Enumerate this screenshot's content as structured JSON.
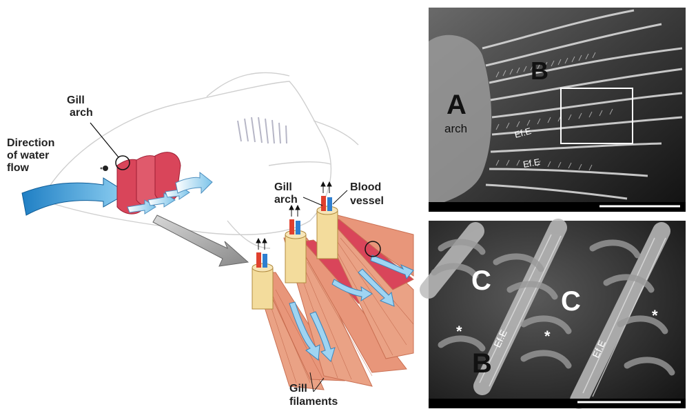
{
  "left_diagram": {
    "labels": {
      "gill_arch_top_line1": "Gill",
      "gill_arch_top_line2": "arch",
      "direction_line1": "Direction",
      "direction_line2": "of water",
      "direction_line3": "flow",
      "gill_arch_detail_line1": "Gill",
      "gill_arch_detail_line2": "arch",
      "blood_vessel_line1": "Blood",
      "blood_vessel_line2": "vessel",
      "gill_filaments_line1": "Gill",
      "gill_filaments_line2": "filaments"
    },
    "colors": {
      "water_flow": "#3a9fd8",
      "gill_red": "#d9455a",
      "filament_orange": "#e8967a",
      "vessel_red": "#e0402e",
      "vessel_blue": "#2f7fd0",
      "arch_yellow": "#f3dc9c"
    }
  },
  "micrograph_top": {
    "labels": {
      "letter_a": "A",
      "arch": "arch",
      "letter_b": "B",
      "efe_1": "Ef.E",
      "efe_2": "Ef.E"
    }
  },
  "micrograph_bottom": {
    "labels": {
      "letter_c_1": "C",
      "letter_c_2": "C",
      "letter_b": "B",
      "efe_1": "Ef.E",
      "efe_2": "Ef.E",
      "star_1": "*",
      "star_2": "*",
      "star_3": "*"
    }
  }
}
